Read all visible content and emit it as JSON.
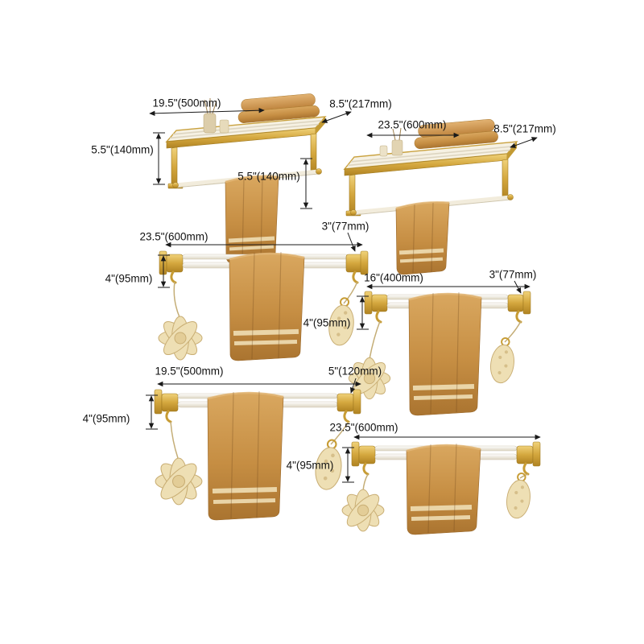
{
  "units": [
    {
      "name": "towel-shelf-with-bar-500mm",
      "labels": {
        "width": "19.5\"(500mm)",
        "depth": "8.5\"(217mm)",
        "height": "5.5\"(140mm)"
      }
    },
    {
      "name": "towel-shelf-with-bar-600mm",
      "labels": {
        "width": "23.5\"(600mm)",
        "depth": "8.5\"(217mm)",
        "height": "5.5\"(140mm)"
      }
    },
    {
      "name": "towel-bar-600mm",
      "labels": {
        "width": "23.5\"(600mm)",
        "end_depth": "3\"(77mm)",
        "height": "4\"(95mm)"
      }
    },
    {
      "name": "towel-bar-400mm",
      "labels": {
        "width": "16\"(400mm)",
        "end_depth": "3\"(77mm)",
        "height": "4\"(95mm)"
      }
    },
    {
      "name": "towel-bar-500mm",
      "labels": {
        "width": "19.5\"(500mm)",
        "hook_drop": "5\"(120mm)",
        "height": "4\"(95mm)"
      }
    },
    {
      "name": "towel-bar-600mm-plain",
      "labels": {
        "width": "23.5\"(600mm)",
        "height": "4\"(95mm)"
      }
    }
  ],
  "colors": {
    "gold": "#d4a73e",
    "towel": "#c68e43",
    "accessory_cream": "#eedfb4",
    "dimension_line": "#1a1a1a",
    "background": "#ffffff"
  }
}
